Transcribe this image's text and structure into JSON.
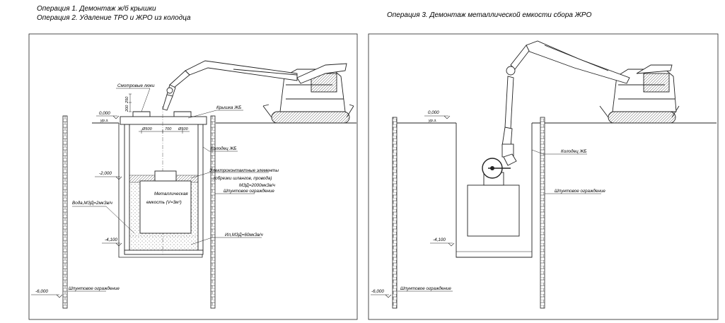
{
  "headers": {
    "op1": "Операция  1.  Демонтаж ж/б крышки",
    "op2": "Операция 2.  Удаление ТРО и ЖРО из колодца",
    "op3": "Операция  3.  Демонтаж металлической емкости сбора ЖРО"
  },
  "left_panel": {
    "elev_0": "0,000",
    "elev_0_sub": "ур.з.",
    "elev_2": "-2,000",
    "elev_4": "-4,100",
    "elev_6": "-6,000",
    "dim_250": "250",
    "dim_200": "200",
    "dim_d500a": "Ø500",
    "dim_700": "700",
    "dim_d500b": "Ø500",
    "lbl_hatches": "Смотровые люки",
    "lbl_cover": "Крышка ЖБ",
    "lbl_well": "Колодец ЖБ",
    "lbl_elements_1": "Электроконтактные элементы",
    "lbl_elements_2": "(обрезки шлангов, провода)",
    "lbl_elements_3": "МЭД=2000мкЗв/ч",
    "lbl_sheet_pile": "Шпунтовое ограждение",
    "lbl_tank_1": "Металлическая",
    "lbl_tank_2": "емкость (V=3м³)",
    "lbl_water": "Вода,МЭД=2мкЗв/ч",
    "lbl_silt": "Ил,МЭД=60мкЗв/ч",
    "lbl_sheet_pile_bottom": "Шпунтовое ограждение"
  },
  "right_panel": {
    "elev_0": "0,000",
    "elev_0_sub": "ур.з.",
    "elev_4": "-4,100",
    "elev_6": "-6,000",
    "lbl_well": "Колодец ЖБ",
    "lbl_sheet_pile": "Шпунтовое ограждение",
    "lbl_sheet_pile_bottom": "Шпунтовое ограждение"
  }
}
